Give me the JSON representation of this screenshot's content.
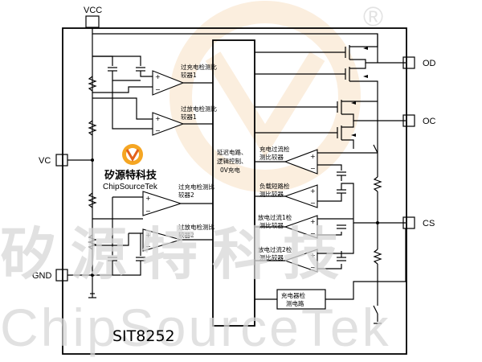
{
  "pins": {
    "vcc": "VCC",
    "vc": "VC",
    "gnd": "GND",
    "od": "OD",
    "oc": "OC",
    "cs": "CS"
  },
  "comparators": {
    "overcharge_1": "过充电检测比较器1",
    "overdischarge_1": "过放电检测比较器1",
    "overcharge_2": "过充电检测比较器2",
    "overdischarge_2": "过放电检测比较器2",
    "charge_overcurrent": "充电过流检测比较器",
    "load_short": "负载短路检测比较器",
    "discharge_overcurrent_1": "放电过流1检测比较器",
    "discharge_overcurrent_2": "放电过流2检测比较器"
  },
  "logic_block": "延迟电路、逻辑控制、0V充电",
  "charger_detect": "充电器检测电路",
  "logo": {
    "name_cn": "矽源特科技",
    "name_en": "ChipSourceTek"
  },
  "watermark": {
    "cn": "矽源特科技",
    "en": "ChipSourceTek",
    "registered": "®"
  },
  "part_number": "SIT8252"
}
